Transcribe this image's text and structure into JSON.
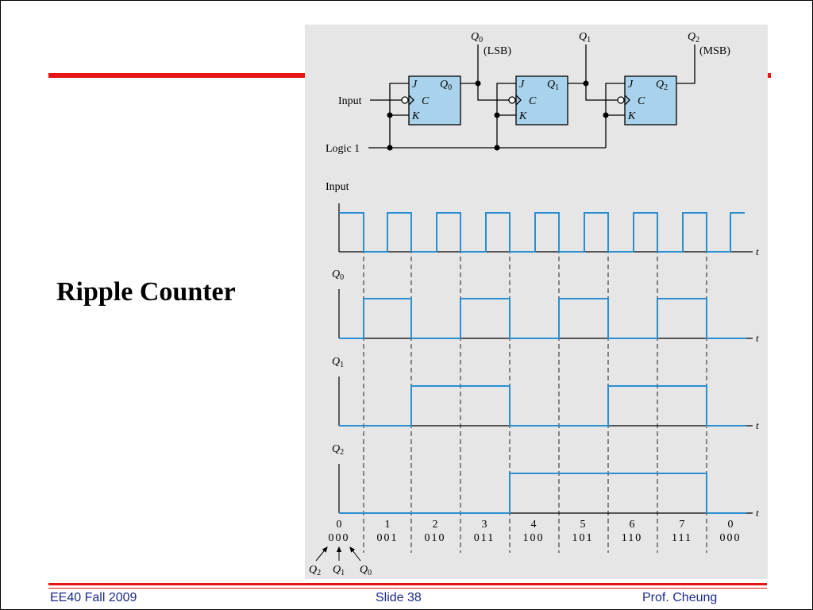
{
  "slide": {
    "title": "Ripple Counter",
    "footer_left": "EE40 Fall 2009",
    "footer_center": "Slide 38",
    "footer_right": "Prof. Cheung"
  },
  "circuit": {
    "input_label": "Input",
    "logic1_label": "Logic 1",
    "ff_pin_j": "J",
    "ff_pin_c": "C",
    "ff_pin_k": "K",
    "q_prefix": "Q",
    "outputs": [
      {
        "index": "0",
        "note": "(LSB)"
      },
      {
        "index": "1",
        "note": ""
      },
      {
        "index": "2",
        "note": "(MSB)"
      }
    ]
  },
  "timing": {
    "input_label": "Input",
    "q_prefix": "Q",
    "time_label": "t",
    "signals": [
      {
        "name": "Input",
        "index": ""
      },
      {
        "name": "Q0",
        "index": "0",
        "levels": [
          0,
          1,
          0,
          1,
          0,
          1,
          0,
          1,
          0
        ]
      },
      {
        "name": "Q1",
        "index": "1",
        "levels": [
          0,
          0,
          1,
          1,
          0,
          0,
          1,
          1,
          0
        ]
      },
      {
        "name": "Q2",
        "index": "2",
        "levels": [
          0,
          0,
          0,
          0,
          1,
          1,
          1,
          1,
          0
        ]
      }
    ],
    "counts": [
      "0",
      "1",
      "2",
      "3",
      "4",
      "5",
      "6",
      "7",
      "0"
    ],
    "binary": [
      "000",
      "001",
      "010",
      "011",
      "100",
      "101",
      "110",
      "111",
      "000"
    ],
    "bit_labels": [
      {
        "index": "2"
      },
      {
        "index": "1"
      },
      {
        "index": "0"
      }
    ]
  },
  "colors": {
    "accent_red": "#e81414",
    "waveform_blue": "#2a8fd0",
    "flipflop_fill": "#a9d3ec",
    "footer_text": "#1a2a8a",
    "figure_bg": "#e6e6e6"
  }
}
